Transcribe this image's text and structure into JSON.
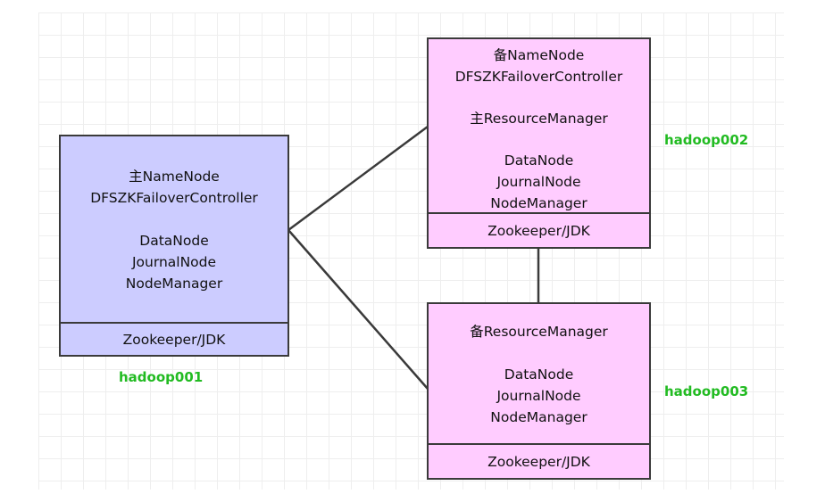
{
  "nodes": {
    "hadoop001": {
      "roles": [
        "主NameNode",
        "DFSZKFailoverController",
        "",
        "DataNode",
        "JournalNode",
        "NodeManager"
      ],
      "footer": "Zookeeper/JDK",
      "host": "hadoop001",
      "fill": "#ccccff"
    },
    "hadoop002": {
      "roles": [
        "备NameNode",
        "DFSZKFailoverController",
        "",
        "主ResourceManager",
        "",
        "DataNode",
        "JournalNode",
        "NodeManager"
      ],
      "footer": "Zookeeper/JDK",
      "host": "hadoop002",
      "fill": "#ffccff"
    },
    "hadoop003": {
      "roles": [
        "备ResourceManager",
        "",
        "DataNode",
        "JournalNode",
        "NodeManager"
      ],
      "footer": "Zookeeper/JDK",
      "host": "hadoop003",
      "fill": "#ffccff"
    }
  },
  "host_label_color": "#22bb22",
  "edges": [
    {
      "from": "hadoop001",
      "to": "hadoop002"
    },
    {
      "from": "hadoop001",
      "to": "hadoop003"
    },
    {
      "from": "hadoop002",
      "to": "hadoop003"
    }
  ]
}
